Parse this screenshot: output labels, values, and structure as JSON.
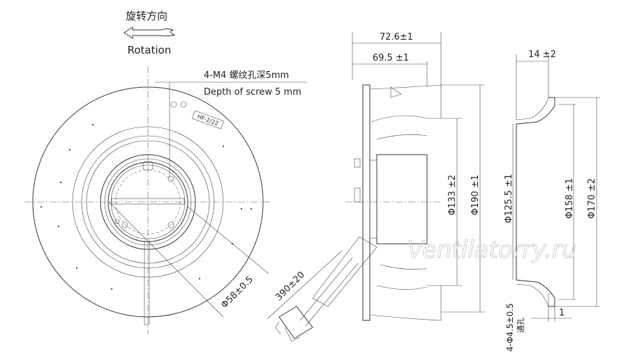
{
  "rotation": {
    "label_cn": "旋转方向",
    "label_en": "Rotation"
  },
  "screw_note": {
    "cn": "4-M4 螺纹孔深5mm",
    "en": "Depth of screw 5 mm"
  },
  "label_text": "HF-2/22",
  "front_dims": {
    "hub_dia": "Φ58±0.5",
    "cable_len": "390±20"
  },
  "side_dims": {
    "overall_depth": "72.6±1",
    "body_depth": "69.5 ±1",
    "d133": "Φ133 ±2",
    "d190": "Φ190 ±1"
  },
  "ring_dims": {
    "thickness": "14 ±2",
    "d125": "Φ125.5 ±1",
    "d158": "Φ158 ±1",
    "d170": "Φ170 ±2",
    "holes": "4-Φ4.5±0.5",
    "holes_note": "通孔",
    "lip": "1"
  },
  "watermark": "Ventilatorry.ru",
  "colors": {
    "line": "#333333",
    "watermark": "#cfcfcf"
  }
}
